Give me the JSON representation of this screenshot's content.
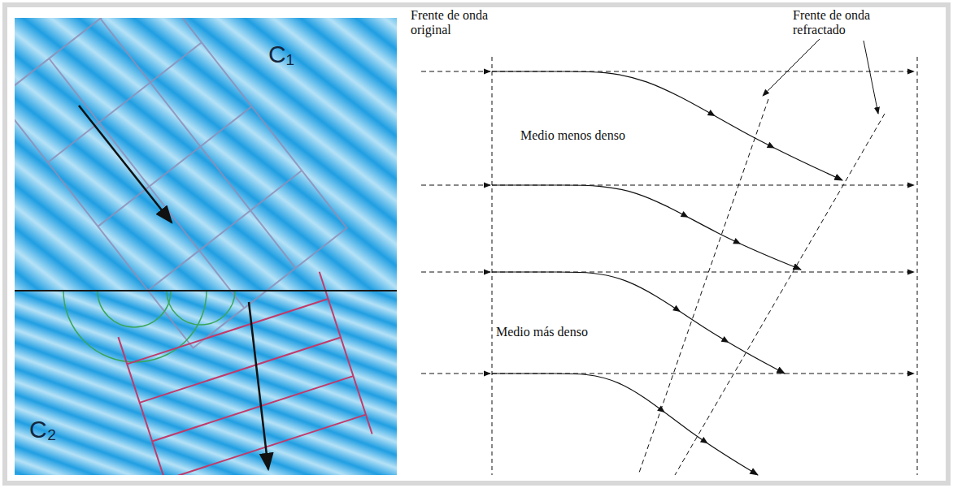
{
  "diagram": {
    "labels": [
      "C₁",
      "C₂",
      "Frente de onda original",
      "Frente de onda refractado",
      "Medio menos denso",
      "Medio más denso"
    ]
  }
}
